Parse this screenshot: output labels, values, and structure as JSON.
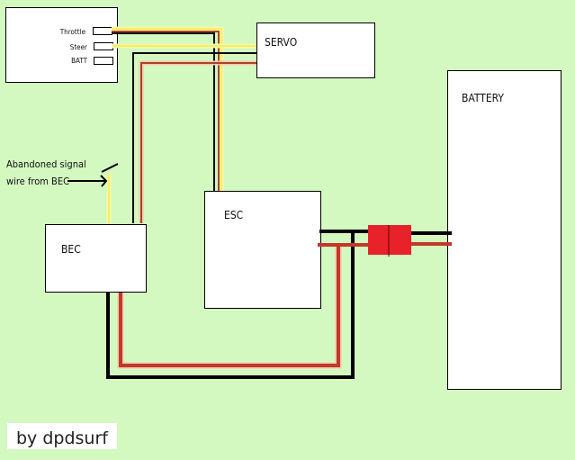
{
  "diagram": {
    "receiver": {
      "channels": [
        {
          "label": "Throttle"
        },
        {
          "label": "Steer"
        },
        {
          "label": "BATT"
        }
      ]
    },
    "components": {
      "servo": "SERVO",
      "esc": "ESC",
      "bec": "BEC",
      "battery": "BATTERY"
    },
    "annotation": {
      "line1": "Abandoned signal",
      "line2": "wire from BEC"
    },
    "credit": "by dpdsurf",
    "colors": {
      "background": "#d3f8c0",
      "signal_wire": "#f2f25a",
      "ground_wire": "#000000",
      "positive_wire": "#b0402e",
      "connector": "#e8222a"
    }
  }
}
